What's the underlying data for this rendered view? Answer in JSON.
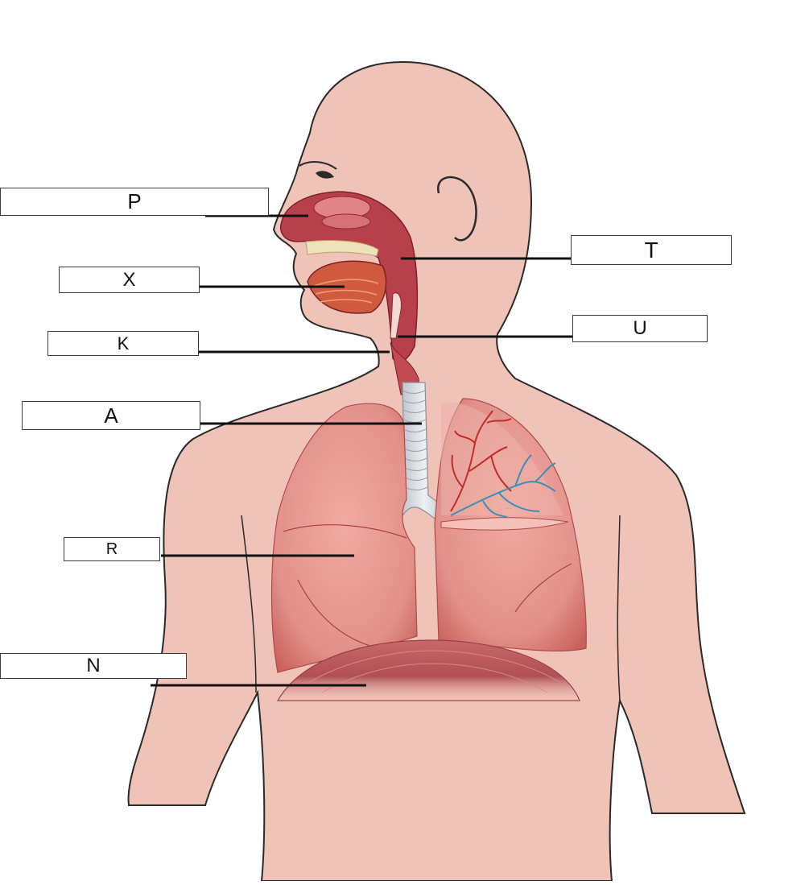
{
  "labels": {
    "P": "P",
    "X": "X",
    "K": "K",
    "A": "A",
    "R": "R",
    "N": "N",
    "T": "T",
    "U": "U"
  },
  "colors": {
    "skin": "#f0c3b9",
    "outline": "#2a2a2a",
    "lung": "#e79a92",
    "lung_dark": "#c9605a",
    "airway": "#b8404a",
    "trachea": "#d6dadf",
    "diaphragm": "#b5555a",
    "vessel_red": "#c42a2a",
    "vessel_blue": "#3f8fb5"
  }
}
